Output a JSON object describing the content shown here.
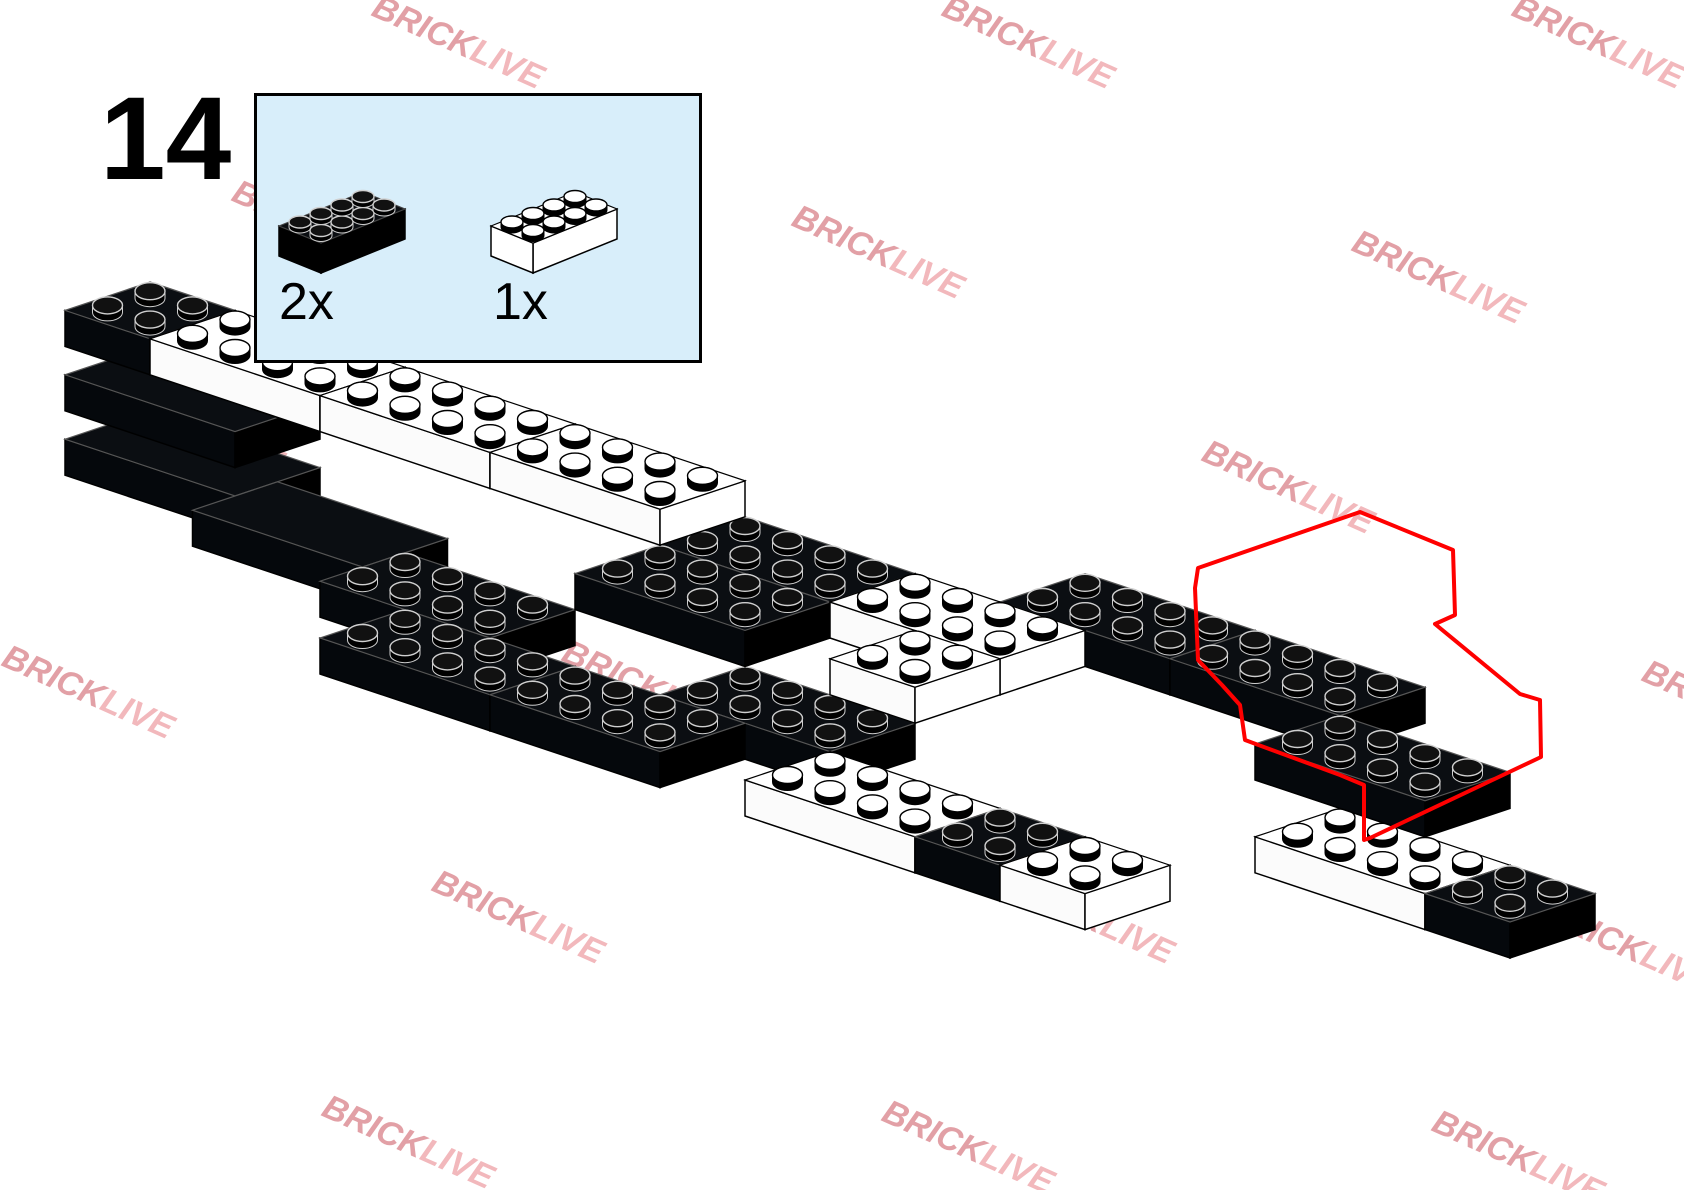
{
  "step": {
    "number": "14"
  },
  "parts": [
    {
      "color_name": "black",
      "color": "#05080c",
      "quantity_label": "2x"
    },
    {
      "color_name": "white",
      "color": "#ffffff",
      "quantity_label": "1x"
    }
  ],
  "watermark": {
    "part1": "BRICK",
    "part2": "LIVE",
    "color1": "#e2a0a6",
    "color2": "#f2b8bc"
  },
  "highlight": {
    "color": "#ff0000"
  },
  "model": {
    "dark": "#05080c",
    "light": "#ffffff",
    "outline": "#000000"
  }
}
